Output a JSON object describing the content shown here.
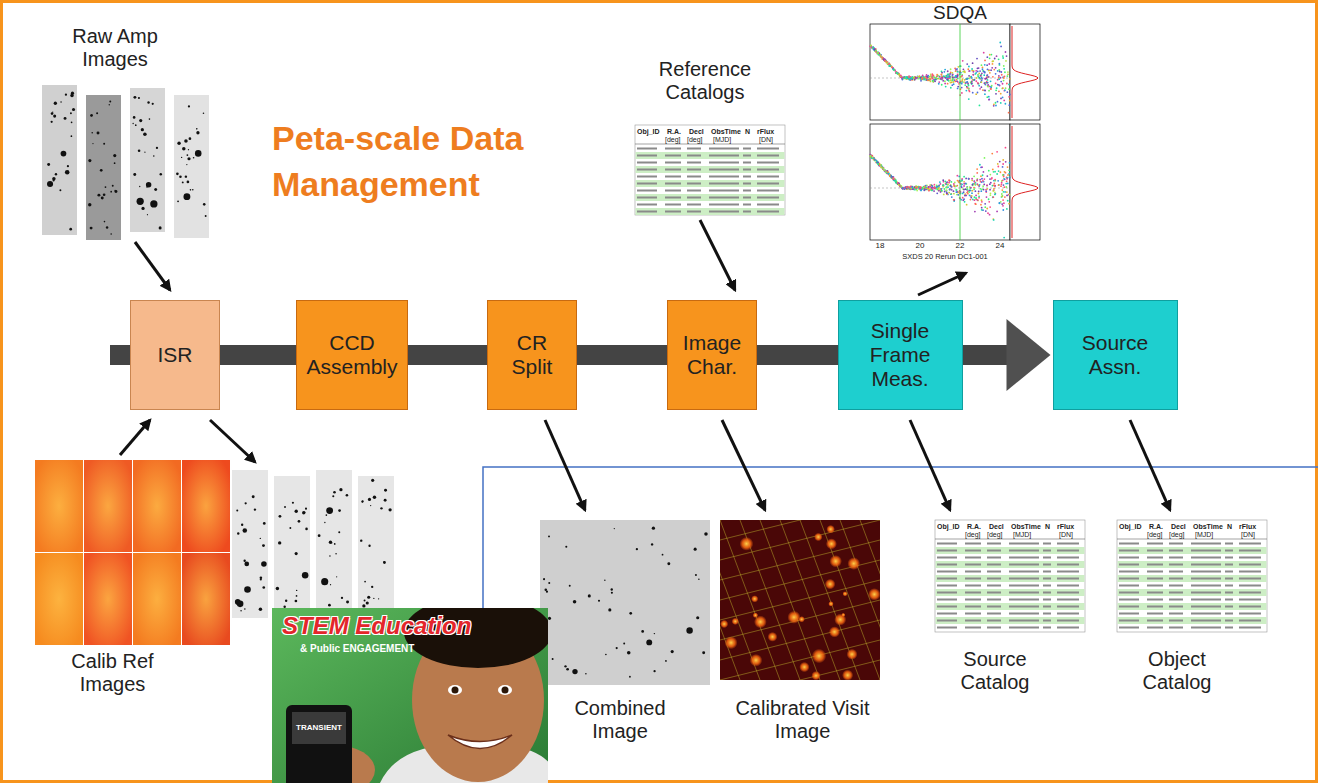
{
  "diagram": {
    "title": "Peta-scale Data Management",
    "nodes": [
      {
        "text": [
          "ISR"
        ]
      },
      {
        "text": [
          "CCD Assembly"
        ]
      },
      {
        "text": [
          "CR Split"
        ]
      },
      {
        "text": [
          "Image Char."
        ]
      },
      {
        "text": [
          "Single Frame Meas."
        ]
      },
      {
        "text": [
          "Source Assn."
        ]
      }
    ],
    "edges": [
      {
        "from": 0,
        "to": 1,
        "arrow": "none"
      },
      {
        "from": 1,
        "to": 2,
        "arrow": "none"
      },
      {
        "from": 2,
        "to": 3,
        "arrow": "none"
      },
      {
        "from": 3,
        "to": 4,
        "arrow": "none"
      },
      {
        "from": 4,
        "to": 5,
        "arrow": "to"
      }
    ],
    "labels": [
      "Raw Amp Images",
      "Reference Catalogs",
      "Obj_ID",
      "R.A.",
      "Decl",
      "ObsTime",
      "N",
      "rFlux",
      "[deg]",
      "[deg]",
      "[MJD]",
      "[DN]",
      "SDQA",
      "18",
      "20",
      "22",
      "24",
      "SXDS 20 Rerun DC1-001",
      "Calib Ref Images",
      "STEM Education",
      "& Public ENGAGEMENT",
      "TRANSIENT",
      "Combined Image",
      "Calibrated Visit Image",
      "Obj_ID",
      "R.A.",
      "Decl",
      "ObsTime",
      "N",
      "rFlux",
      "[deg]",
      "[deg]",
      "[MJD]",
      "[DN]",
      "Source Catalog",
      "Obj_ID",
      "R.A.",
      "Decl",
      "ObsTime",
      "N",
      "rFlux",
      "[deg]",
      "[deg]",
      "[MJD]",
      "[DN]",
      "Object Catalog"
    ]
  }
}
